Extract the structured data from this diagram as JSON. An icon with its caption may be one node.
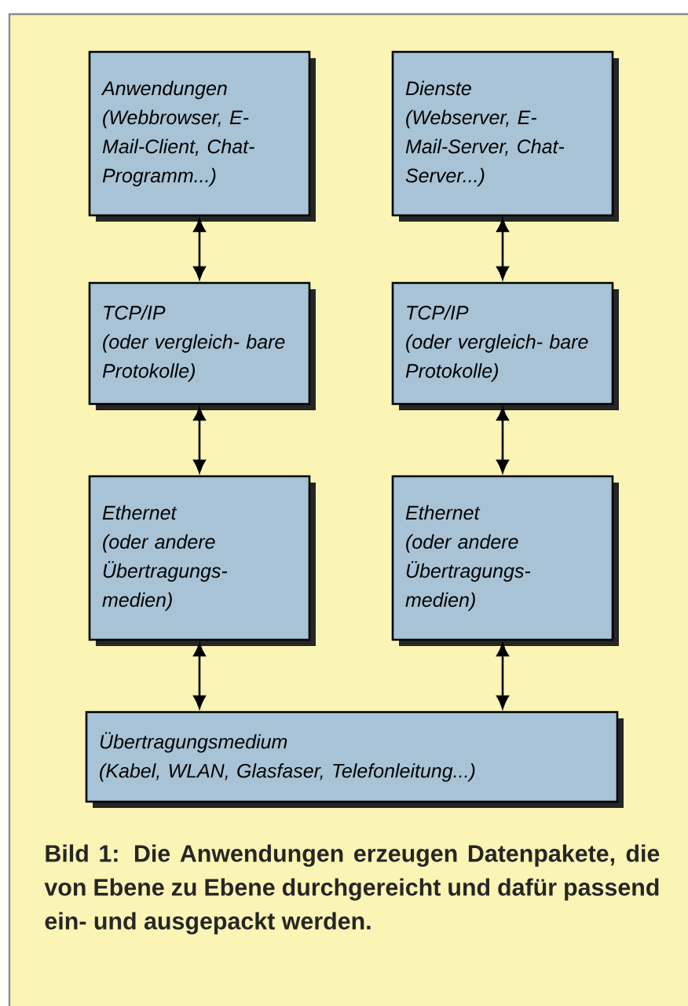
{
  "diagram": {
    "caption": "Bild 1: Die Anwendungen erzeugen Datenpakete, die von Ebene zu Ebene durchgereicht und dafür passend ein- und ausgepackt werden.",
    "nodes": [
      {
        "text": [
          "Anwendungen",
          "(Webbrowser, E-Mail-Client, Chat-Programm...)"
        ]
      },
      {
        "text": [
          "Dienste",
          "(Webserver, E-Mail-Server, Chat-Server...)"
        ]
      },
      {
        "text": [
          "TCP/IP",
          "(oder vergleich- bare Protokolle)"
        ]
      },
      {
        "text": [
          "TCP/IP",
          "(oder vergleich- bare Protokolle)"
        ]
      },
      {
        "text": [
          "Ethernet",
          "(oder andere Übertragungs- medien)"
        ]
      },
      {
        "text": [
          "Ethernet",
          "(oder andere Übertragungs- medien)"
        ]
      },
      {
        "text": [
          "Übertragungsmedium",
          "(Kabel, WLAN, Glasfaser, Telefonleitung...)"
        ]
      }
    ],
    "edges": [
      {
        "from": 0,
        "to": 2,
        "arrow": "both"
      },
      {
        "from": 1,
        "to": 3,
        "arrow": "both"
      },
      {
        "from": 2,
        "to": 4,
        "arrow": "both"
      },
      {
        "from": 3,
        "to": 5,
        "arrow": "both"
      },
      {
        "from": 4,
        "to": 6,
        "arrow": "both"
      },
      {
        "from": 5,
        "to": 6,
        "arrow": "both"
      }
    ]
  }
}
